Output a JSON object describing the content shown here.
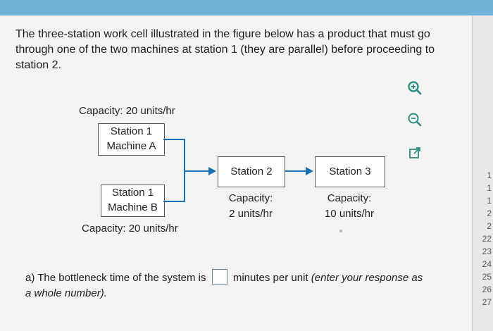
{
  "question": {
    "text": "The three-station work cell illustrated in the figure below has a product that must go through one of the two machines at station 1 (they are parallel) before proceeding to station 2."
  },
  "tools": {
    "zoom_in": "zoom-in-icon",
    "zoom_out": "zoom-out-icon",
    "open_new": "open-in-new-window-icon"
  },
  "diagram": {
    "machine_a": {
      "capacity": "Capacity: 20 units/hr",
      "line1": "Station 1",
      "line2": "Machine A"
    },
    "machine_b": {
      "capacity": "Capacity: 20 units/hr",
      "line1": "Station 1",
      "line2": "Machine B"
    },
    "station2": {
      "label": "Station 2",
      "capacity_line1": "Capacity:",
      "capacity_line2": "2 units/hr"
    },
    "station3": {
      "label": "Station 3",
      "capacity_line1": "Capacity:",
      "capacity_line2": "10 units/hr"
    }
  },
  "answer": {
    "prefix": "a) The bottleneck time of the system is",
    "suffix": "minutes per unit",
    "hint": "(enter your response as",
    "line2": "a whole number)."
  },
  "line_numbers": [
    "1",
    "1",
    "1",
    "2",
    "2",
    "22",
    "23",
    "24",
    "25",
    "26",
    "27"
  ],
  "colors": {
    "accent": "#2f8f86",
    "arrow": "#1a6fb5",
    "topbar": "#6fb3d6"
  }
}
